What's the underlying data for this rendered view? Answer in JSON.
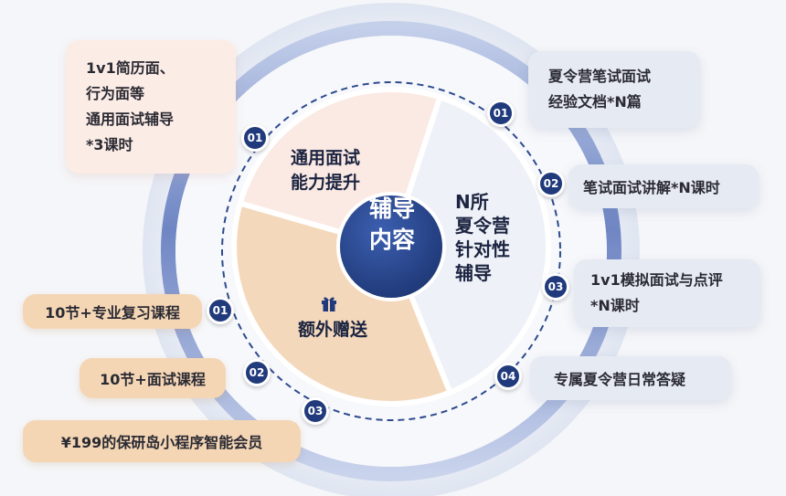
{
  "center": {
    "title": "辅导\n内容"
  },
  "sectors": {
    "general": {
      "label": "通用面试\n能力提升",
      "color": "#fbe9e3"
    },
    "bonus": {
      "label": "额外赠送",
      "color": "#f4d8bb",
      "icon": "gift-icon"
    },
    "targeted": {
      "label": "N所\n夏令营\n针对性\n辅导",
      "color": "#eef1f7"
    }
  },
  "left_top": {
    "badge": "01",
    "text": "1v1简历面、\n行为面等\n通用面试辅导\n*3课时"
  },
  "left_bottom": [
    {
      "badge": "01",
      "text": "10节+专业复习课程"
    },
    {
      "badge": "02",
      "text": "10节+面试课程"
    },
    {
      "badge": "03",
      "text": "¥199的保研岛小程序智能会员"
    }
  ],
  "right": [
    {
      "badge": "01",
      "text": "夏令营笔试面试\n经验文档*N篇"
    },
    {
      "badge": "02",
      "text": "笔试面试讲解*N课时"
    },
    {
      "badge": "03",
      "text": "1v1模拟面试与点评\n*N课时"
    },
    {
      "badge": "04",
      "text": "专属夏令营日常答疑"
    }
  ],
  "colors": {
    "navy": "#203a7c",
    "ring": "#6f86c4",
    "dash": "#2d4a8e"
  }
}
